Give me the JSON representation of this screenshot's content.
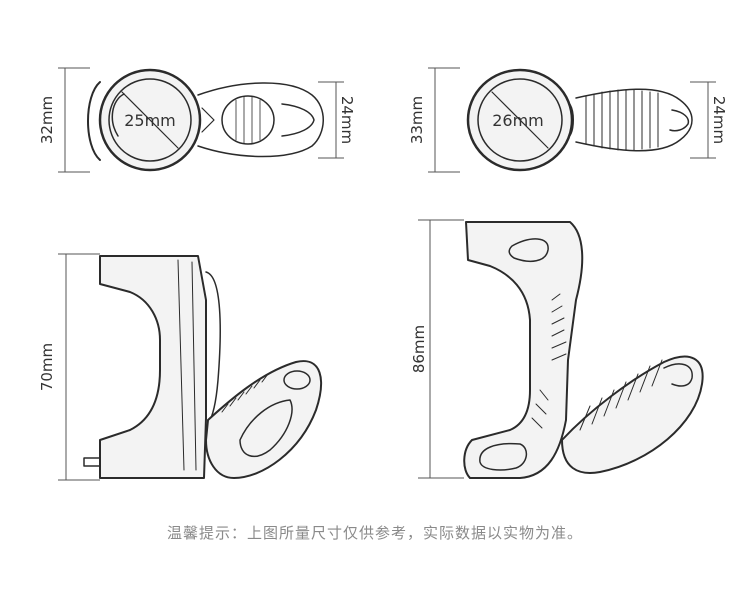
{
  "views": {
    "top_left": {
      "height_dim": "32mm",
      "ring_dim": "25mm",
      "tip_dim": "24mm"
    },
    "top_right": {
      "height_dim": "33mm",
      "ring_dim": "26mm",
      "tip_dim": "24mm"
    },
    "side_left": {
      "height_dim": "70mm"
    },
    "side_right": {
      "height_dim": "86mm"
    }
  },
  "note": "温馨提示：上图所量尺寸仅供参考，实际数据以实物为准。"
}
